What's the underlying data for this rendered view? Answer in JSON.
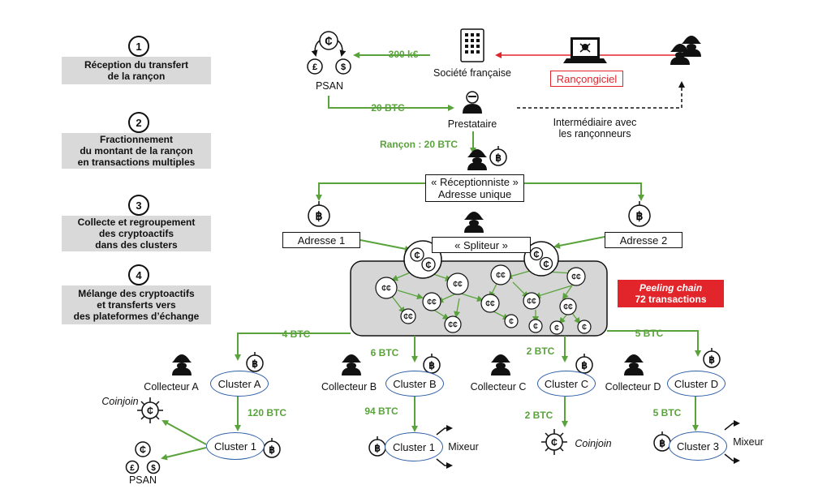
{
  "steps": [
    {
      "num": "1",
      "label": "Réception du transfert\nde la rançon"
    },
    {
      "num": "2",
      "label": "Fractionnement\ndu montant de la rançon\nen transactions multiples"
    },
    {
      "num": "3",
      "label": "Collecte et regroupement\ndes cryptoactifs\ndans des clusters"
    },
    {
      "num": "4",
      "label": "Mélange des cryptoactifs\net transferts vers\ndes plateformes d’échange"
    }
  ],
  "top": {
    "psan": "PSAN",
    "amount_300k": "300 k€",
    "societe": "Société française",
    "rancongiciel": "Rançongiciel",
    "amount_20btc": "20 BTC",
    "prestataire": "Prestataire",
    "intermediaire": "Intermédiaire avec\nles rançonneurs",
    "rancon": "Rançon : 20 BTC",
    "receptionniste": "« Réceptionniste »\nAdresse unique",
    "adresse1": "Adresse 1",
    "adresse2": "Adresse 2",
    "spliteur": "« Spliteur »"
  },
  "peeling": {
    "line1": "Peeling chain",
    "line2": "72 transactions"
  },
  "flows": {
    "btc4": "4 BTC",
    "btc6": "6 BTC",
    "btc2a": "2 BTC",
    "btc5a": "5 BTC",
    "btc120": "120 BTC",
    "btc94": "94 BTC",
    "btc2b": "2 BTC",
    "btc5b": "5 BTC"
  },
  "bottom": {
    "collecteur_a": "Collecteur A",
    "collecteur_b": "Collecteur B",
    "collecteur_c": "Collecteur C",
    "collecteur_d": "Collecteur D",
    "cluster_a": "Cluster A",
    "cluster_b": "Cluster B",
    "cluster_c": "Cluster C",
    "cluster_d": "Cluster D",
    "cluster_1a": "Cluster 1",
    "cluster_1b": "Cluster 1",
    "cluster_3": "Cluster 3",
    "coinjoin_a": "Coinjoin",
    "coinjoin_c": "Coinjoin",
    "mixeur_b": "Mixeur",
    "mixeur_d": "Mixeur",
    "psan_bottom": "PSAN"
  },
  "colors": {
    "green": "#5aa33c",
    "red": "#e2252b",
    "blue": "#2e5fa8",
    "grey_box": "#d9d9d9",
    "panel": "#d6d6d6"
  },
  "icons": [
    "crypto-coin-icon",
    "bitcoin-icon",
    "hacker-icon",
    "laptop-skull-icon",
    "building-icon",
    "pound-icon",
    "dollar-icon",
    "mixer-arrows-icon"
  ]
}
